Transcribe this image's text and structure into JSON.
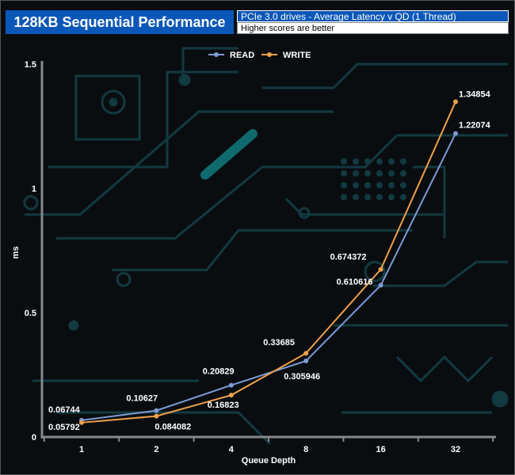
{
  "header": {
    "title": "128KB Sequential Performance",
    "subtitle": "PCIe 3.0 drives - Average Latency v QD (1 Thread)",
    "note": "Higher scores are better"
  },
  "colors": {
    "title_bg": "#0a57b8",
    "read": "#7d9bd6",
    "write": "#f0a04b",
    "background_circuit": "#123a40",
    "circuit_accent": "#0f6b6e"
  },
  "chart_data": {
    "type": "line",
    "xlabel": "Queue Depth",
    "ylabel": "ms",
    "categories": [
      "1",
      "2",
      "4",
      "8",
      "16",
      "32"
    ],
    "ylim": [
      0,
      1.5
    ],
    "yticks": [
      "0",
      "0.5",
      "1",
      "1.5"
    ],
    "grid": false,
    "legend": "top-center",
    "series": [
      {
        "name": "READ",
        "color": "#7d9bd6",
        "values": [
          0.06744,
          0.10627,
          0.20829,
          0.305946,
          0.610616,
          1.22074
        ],
        "labels": [
          "0.06744",
          "0.10627",
          "0.20829",
          "0.305946",
          "0.610616",
          "1.22074"
        ]
      },
      {
        "name": "WRITE",
        "color": "#f0a04b",
        "values": [
          0.05792,
          0.084082,
          0.16823,
          0.33685,
          0.674372,
          1.34854
        ],
        "labels": [
          "0.05792",
          "0.084082",
          "0.16823",
          "0.33685",
          "0.674372",
          "1.34854"
        ]
      }
    ]
  }
}
